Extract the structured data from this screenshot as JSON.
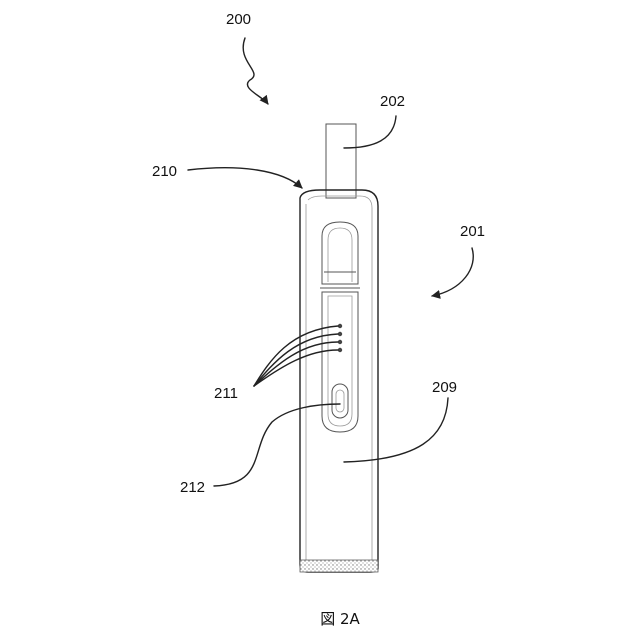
{
  "figure": {
    "caption": "図 2A",
    "labels": {
      "device": "200",
      "mouthpiece": "202",
      "body_top": "210",
      "body": "201",
      "indicators": "211",
      "button": "212",
      "housing": "209"
    }
  }
}
